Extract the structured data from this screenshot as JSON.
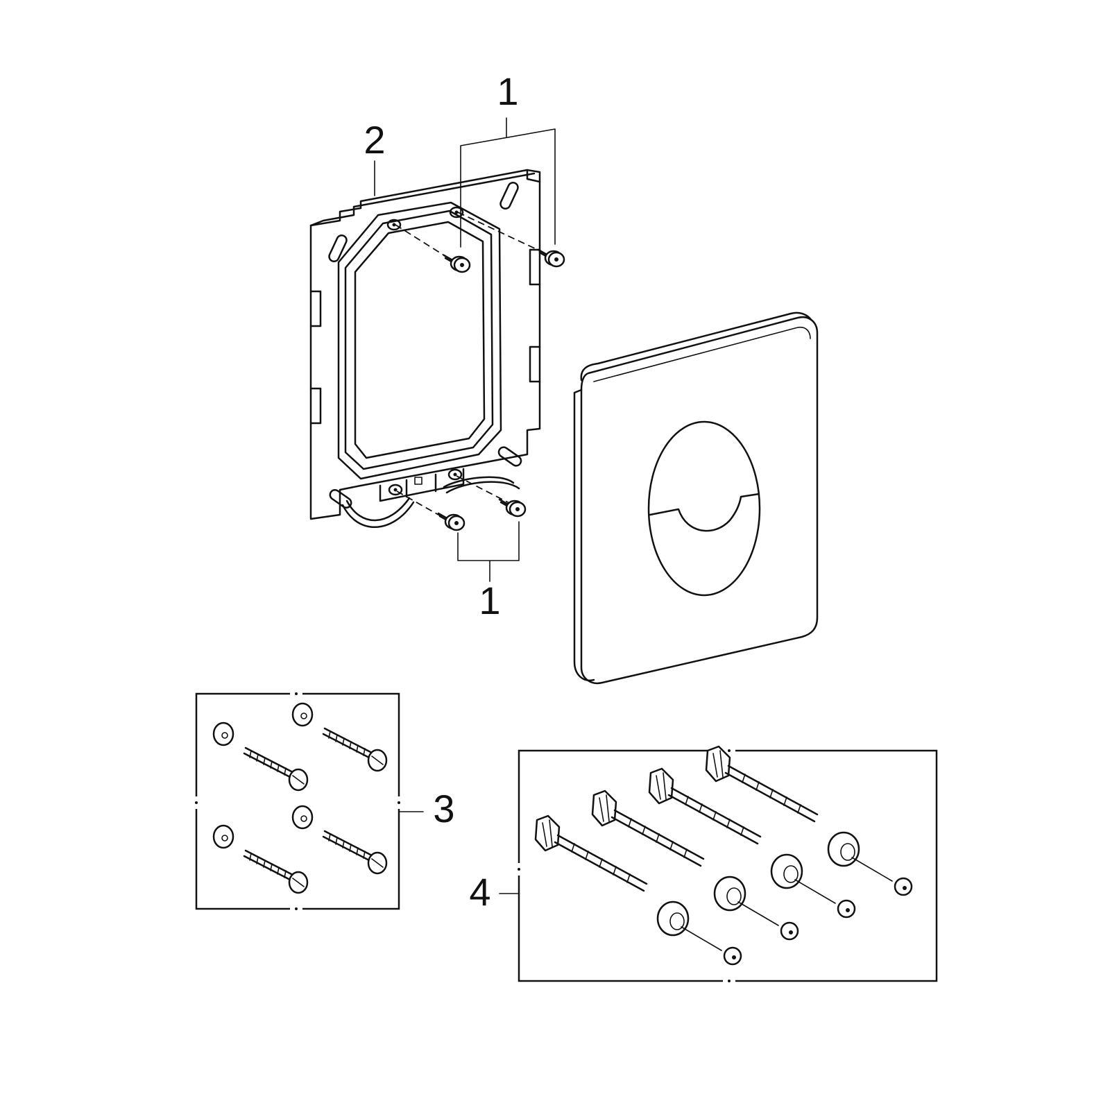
{
  "callouts": {
    "label_1_top": "1",
    "label_2": "2",
    "label_1_bottom": "1",
    "label_3": "3",
    "label_4": "4"
  },
  "icons": {
    "frame": "mounting-frame-icon",
    "plate": "flush-plate-icon",
    "screw": "screw-icon",
    "wall_plug_set": "wall-plug-set-icon",
    "threaded_rod_set": "threaded-rod-set-icon"
  },
  "colors": {
    "line": "#111111",
    "background": "#ffffff"
  }
}
